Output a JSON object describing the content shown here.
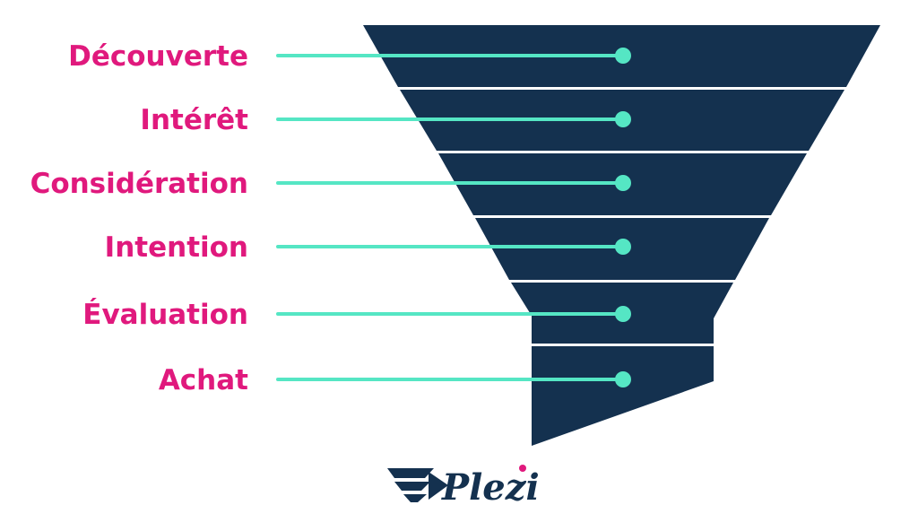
{
  "colors": {
    "funnel": "#14314f",
    "connector": "#55e6c4",
    "label": "#e0197d",
    "background": "#ffffff",
    "logo": "#14314f",
    "logo_accent": "#e0197d"
  },
  "funnel": {
    "stages": [
      {
        "label": "Découverte"
      },
      {
        "label": "Intérêt"
      },
      {
        "label": "Considération"
      },
      {
        "label": "Intention"
      },
      {
        "label": "Évaluation"
      },
      {
        "label": "Achat"
      }
    ]
  },
  "logo": {
    "brand": "Plezi",
    "icon": "winged-arrow-icon"
  }
}
